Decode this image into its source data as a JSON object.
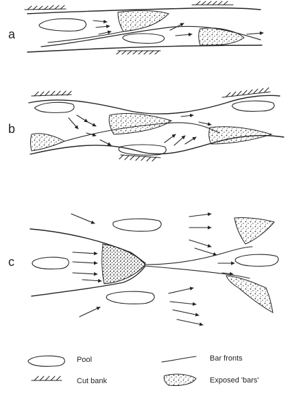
{
  "panels": [
    {
      "label": "a"
    },
    {
      "label": "b"
    },
    {
      "label": "c"
    }
  ],
  "legend": {
    "pool": "Pool",
    "cut_bank": "Cut bank",
    "bar_fronts": "Bar fronts",
    "exposed_bars": "Exposed 'bars'"
  }
}
